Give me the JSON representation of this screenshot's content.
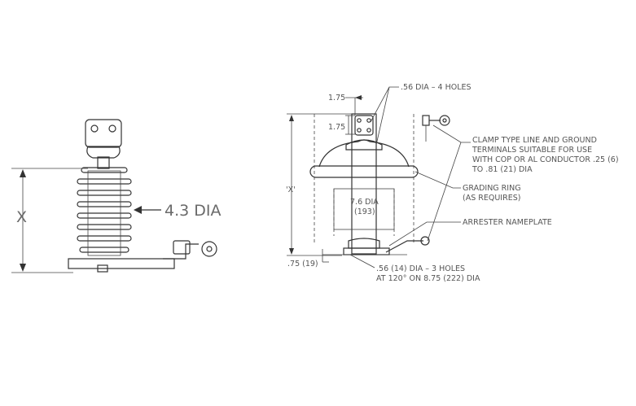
{
  "left_view": {
    "height_label": "X",
    "diameter_label": "4.3 DIA"
  },
  "right_view": {
    "dim_top_width": "1.75",
    "dim_top_height": "1.75",
    "top_holes": ".56 DIA – 4 HOLES",
    "height_label": "'X'",
    "body_dia_line1": "7.6 DIA",
    "body_dia_line2": "(193)",
    "base_offset": ".75 (19)",
    "base_holes_line1": ".56 (14) DIA – 3 HOLES",
    "base_holes_line2": "AT 120° ON 8.75 (222) DIA",
    "clamp_note_line1": "CLAMP TYPE LINE AND GROUND",
    "clamp_note_line2": "TERMINALS SUITABLE FOR USE",
    "clamp_note_line3": "WITH COP OR AL CONDUCTOR .25 (6)",
    "clamp_note_line4": "TO .81 (21) DIA",
    "grading_ring_line1": "GRADING RING",
    "grading_ring_line2": "(AS REQUIRES)",
    "nameplate": "ARRESTER NAMEPLATE"
  },
  "colors": {
    "body_fill": "#cfe3f0",
    "line": "#333333",
    "text": "#555555"
  }
}
